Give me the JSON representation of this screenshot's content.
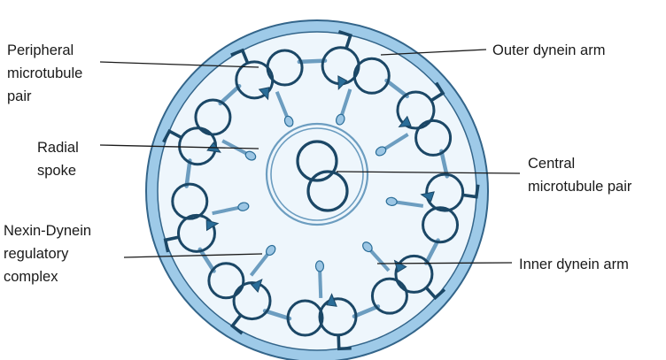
{
  "diagram": {
    "colors": {
      "membrane_fill": "#9ecae8",
      "membrane_stroke": "#33658a",
      "interior_fill": "#eef6fc",
      "microtubule_stroke": "#1b4766",
      "spoke_stroke": "#6c9dc0",
      "accent": "#2a6d98"
    },
    "labels": {
      "peripheral": [
        "Peripheral",
        "microtubule",
        "pair"
      ],
      "radial": [
        "Radial",
        "spoke"
      ],
      "nexin": [
        "Nexin-Dynein",
        "regulatory",
        "complex"
      ],
      "outer": [
        "Outer dynein arm"
      ],
      "central": [
        "Central",
        "microtubule pair"
      ],
      "inner": [
        "Inner dynein arm"
      ]
    },
    "structure": {
      "doublet_count": 9,
      "central_pair_count": 2
    }
  }
}
